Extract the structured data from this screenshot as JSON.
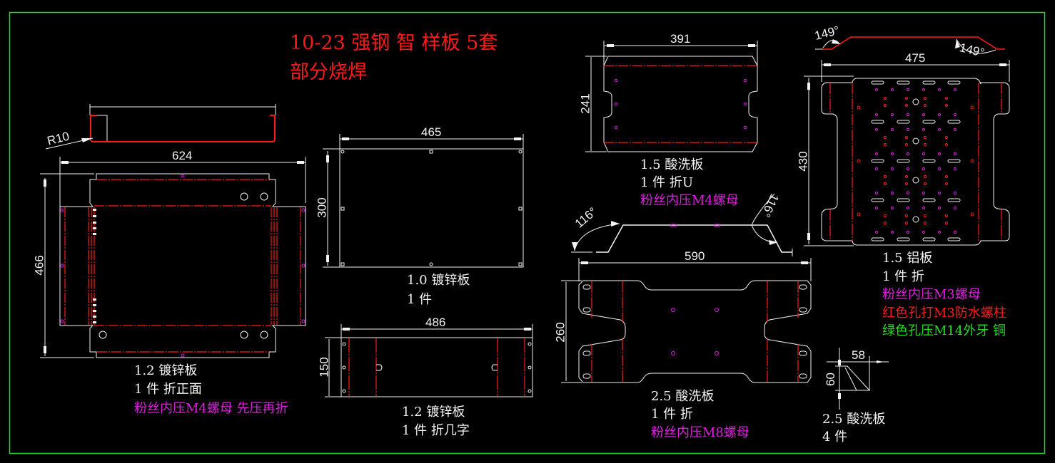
{
  "colors": {
    "background": "#000000",
    "frame": "#22dd22",
    "outline": "#f2f2f2",
    "bend_line": "#ff1a1a",
    "press_nut": "#e01ee0",
    "red_note": "#ff1a1a",
    "green_note": "#22dd22"
  },
  "title": {
    "line1": "10-23 强钢 智 样板 5套",
    "line2": "部分烧焊"
  },
  "parts": [
    {
      "id": "part-1",
      "dims": {
        "width": "624",
        "height": "466",
        "radius": "R10"
      },
      "material": "1.2 镀锌板",
      "qty": "1 件 折正面",
      "note_magenta": "粉丝内压M4螺母 先压再折"
    },
    {
      "id": "part-2",
      "dims": {
        "width": "465",
        "height": "300"
      },
      "material": "1.0 镀锌板",
      "qty": "1 件"
    },
    {
      "id": "part-3",
      "dims": {
        "width": "486",
        "height": "150"
      },
      "material": "1.2 镀锌板",
      "qty": "1 件 折几字"
    },
    {
      "id": "part-4",
      "dims": {
        "width": "391",
        "height": "241"
      },
      "material": "1.5 酸洗板",
      "qty": "1 件 折U",
      "note_magenta": "粉丝内压M4螺母"
    },
    {
      "id": "part-5",
      "dims": {
        "width": "590",
        "height": "260",
        "angle_left": "116°",
        "angle_right": "116°"
      },
      "material": "2.5 酸洗板",
      "qty": "1 件 折",
      "note_magenta": "粉丝内压M8螺母"
    },
    {
      "id": "part-6",
      "dims": {
        "width": "475",
        "height": "430",
        "angle_left": "149°",
        "angle_right": "149°"
      },
      "material": "1.5 铝板",
      "qty": "1 件 折",
      "note_magenta": "粉丝内压M3螺母",
      "note_red": "红色孔打M3防水螺柱",
      "note_green": "绿色孔压M14外牙 铜"
    },
    {
      "id": "part-7",
      "dims": {
        "width": "58",
        "height": "60"
      },
      "material": "2.5 酸洗板",
      "qty": "4 件"
    }
  ]
}
